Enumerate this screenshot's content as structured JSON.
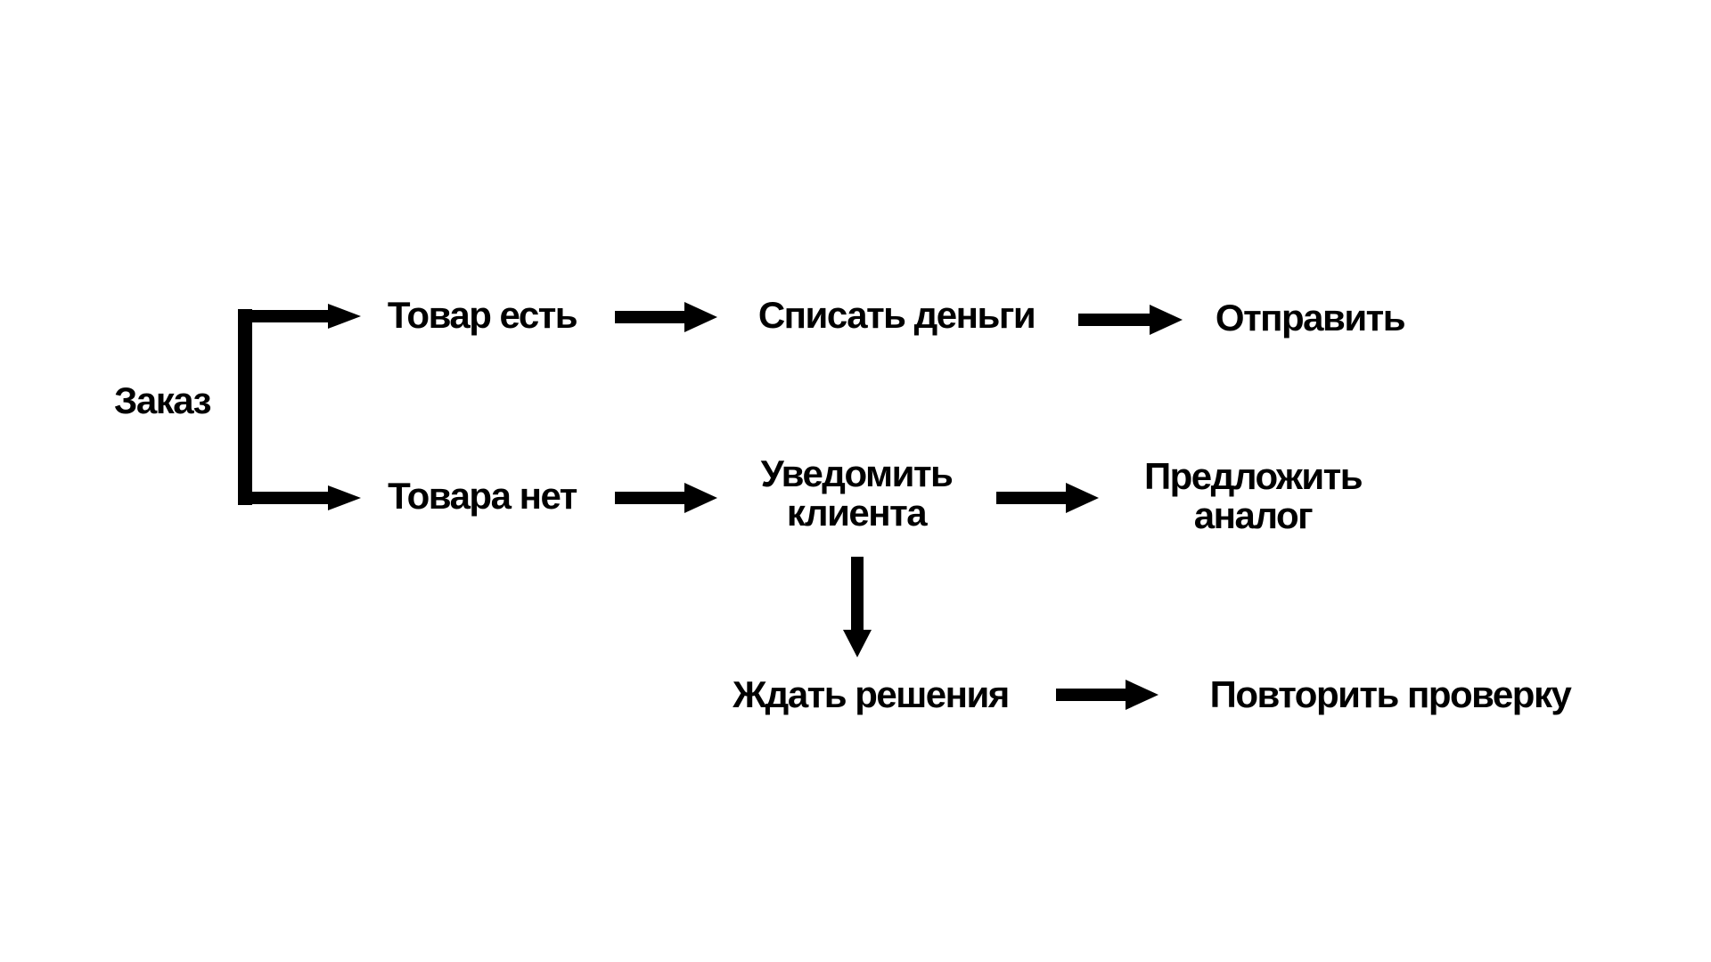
{
  "colors": {
    "background": "#ffffff",
    "ink": "#000000"
  },
  "nodes": {
    "order": "Заказ",
    "in_stock": "Товар есть",
    "charge_money": "Списать деньги",
    "ship": "Отправить",
    "out_of_stock": "Товара нет",
    "notify_client": [
      "Уведомить",
      "клиента"
    ],
    "offer_alternative": [
      "Предложить",
      "аналог"
    ],
    "await_decision": "Ждать решения",
    "recheck": "Повторить проверку"
  }
}
